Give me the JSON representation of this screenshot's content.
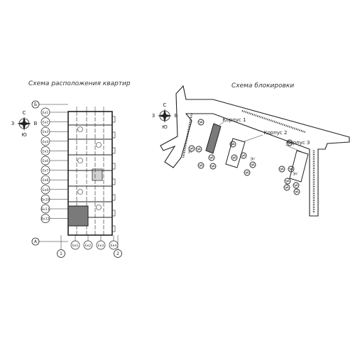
{
  "left_panel": {
    "title": "Схема расположения квартир",
    "compass": {
      "north": "С",
      "south": "Ю",
      "west": "З",
      "east": "В"
    },
    "axis_letters_top": [
      "Б"
    ],
    "axis_letters_bottom": [
      "А"
    ],
    "axis_numbers_bottom": [
      "1",
      "2"
    ],
    "floor_bubbles": [
      "Ек1",
      "Ек2",
      "Ек3",
      "Ек4",
      "Ек5",
      "Ек6",
      "Ек7",
      "Ек8",
      "Ек9",
      "Ек10",
      "Ек11",
      "Ек12"
    ],
    "bottom_bubbles": [
      "Ек1",
      "Ек2",
      "Ек3",
      "Ек4"
    ]
  },
  "right_panel": {
    "title": "Схема блокировки",
    "compass": {
      "north": "С",
      "south": "Ю",
      "west": "З",
      "east": "В"
    },
    "buildings": [
      {
        "label": "Корпус 1",
        "tag": "Эт",
        "highlighted": true
      },
      {
        "label": "Корпус 2",
        "tag": "Эт",
        "highlighted": false
      },
      {
        "label": "Корпус 3",
        "tag": "Эт",
        "highlighted": false
      }
    ]
  },
  "colors": {
    "line": "#222222",
    "highlight": "#7a7a7a",
    "background": "#ffffff"
  }
}
